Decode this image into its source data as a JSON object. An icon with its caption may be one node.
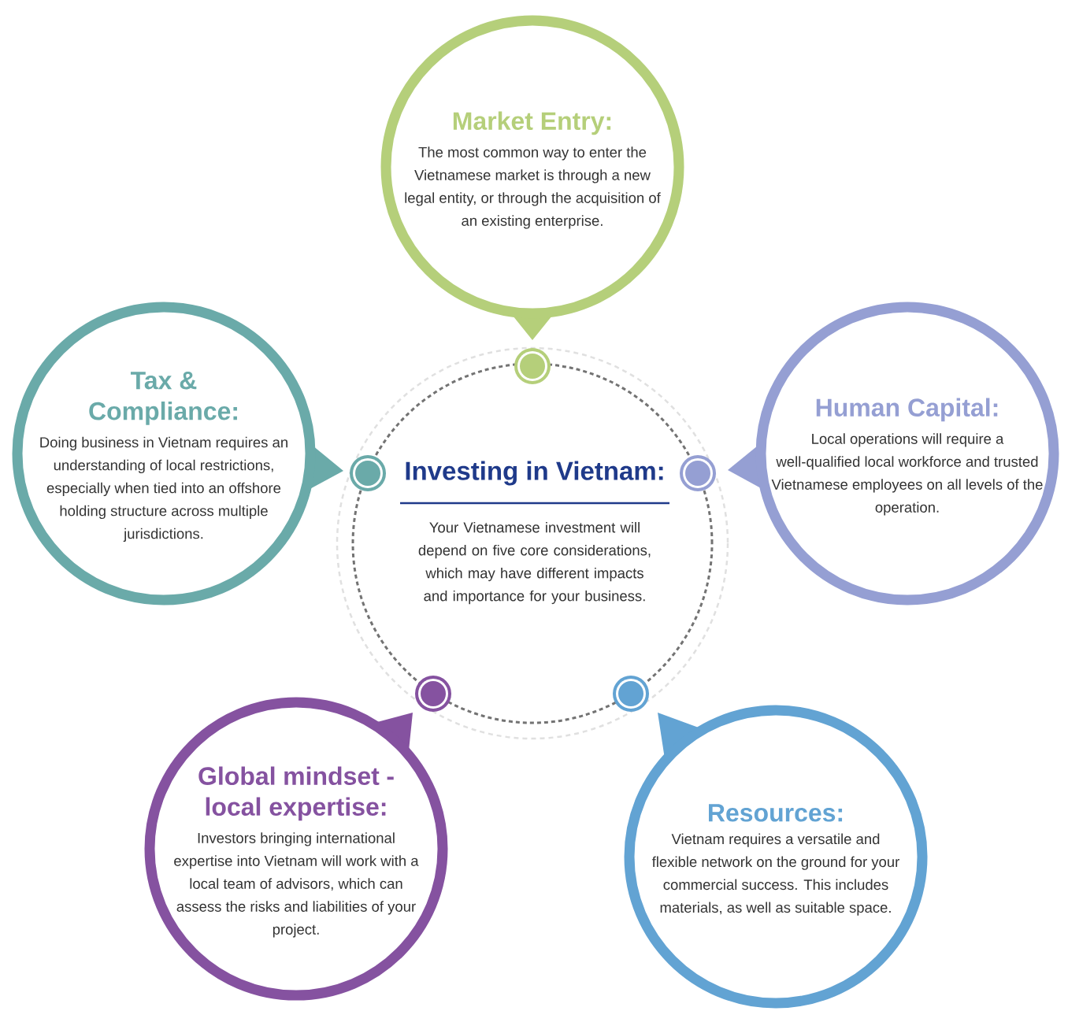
{
  "diagram": {
    "nodes": [
      {
        "text": [
          "Investing in Vietnam:",
          "Your Vietnamese investment will depend on five core considerations, which may have different impacts and importance for your business."
        ]
      },
      {
        "text": [
          "Market Entry:",
          "The most common way to enter the Vietnamese market is through a new legal entity, or through the acquisition of an existing enterprise."
        ]
      },
      {
        "text": [
          "Human Capital:",
          "Local operations will require a well-qualified local workforce and trusted Vietnamese employees on all levels of the operation."
        ]
      },
      {
        "text": [
          "Resources:",
          "Vietnam requires a versatile and flexible network on the ground for your commercial success. This includes materials, as well as suitable space."
        ]
      },
      {
        "text": [
          "Global mindset - local expertise:",
          "Investors bringing international expertise into Vietnam will work with a local team of advisors, which can assess the risks and liabilities of your project."
        ]
      },
      {
        "text": [
          "Tax & Compliance:",
          "Doing business in Vietnam requires an understanding of local restrictions, especially when tied into an offshore holding structure across multiple jurisdictions."
        ]
      }
    ]
  }
}
